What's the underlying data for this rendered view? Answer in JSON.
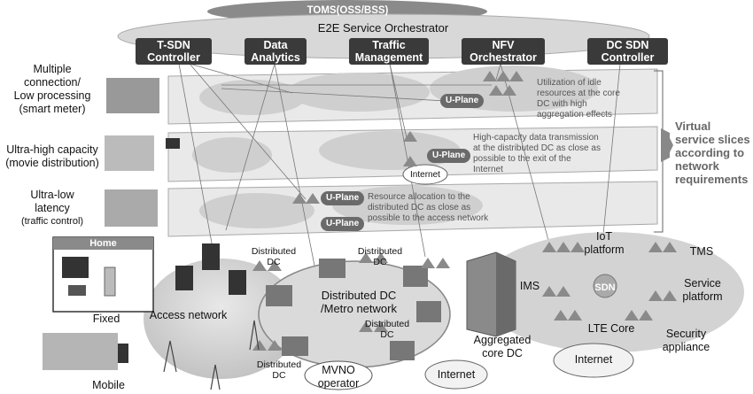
{
  "header": {
    "toms": "TOMS(OSS/BSS)",
    "orchestrator": "E2E Service Orchestrator"
  },
  "controllers": [
    {
      "line1": "T-SDN",
      "line2": "Controller"
    },
    {
      "line1": "Data",
      "line2": "Analytics"
    },
    {
      "line1": "Traffic",
      "line2": "Management"
    },
    {
      "line1": "NFV",
      "line2": "Orchestrator"
    },
    {
      "line1": "DC SDN",
      "line2": "Controller"
    }
  ],
  "use_cases": {
    "smart_meter": {
      "l1": "Multiple",
      "l2": "connection/",
      "l3": "Low processing",
      "l4": "(smart meter)"
    },
    "movie": {
      "l1": "Ultra-high capacity",
      "l2": "(movie distribution)"
    },
    "traffic": {
      "l1": "Ultra-low",
      "l2": "latency",
      "l3": "(traffic control)"
    }
  },
  "planes": {
    "uplane": "U-Plane",
    "layer1_note": [
      "Utilization of idle",
      "resources at the core",
      "DC with high",
      "aggregation effects"
    ],
    "layer2_note": [
      "High-capacity data transmission",
      "at the distributed DC as close as",
      "possible to the exit of the",
      "Internet"
    ],
    "layer2_internet": "Internet",
    "layer3_note": [
      "Resource allocation to the",
      "distributed DC as close as",
      "possible to the access network"
    ]
  },
  "slices_label": [
    "Virtual",
    "service slices",
    "according to",
    "network",
    "requirements"
  ],
  "bottom": {
    "home": "Home",
    "fixed": "Fixed",
    "mobile": "Mobile",
    "access_network": "Access network",
    "distributed_dc": "Distributed DC",
    "metro_l1": "Distributed DC",
    "metro_l2": "/Metro network",
    "ims": "IMS",
    "aggregated_l1": "Aggregated",
    "aggregated_l2": "core DC",
    "mvno_l1": "MVNO",
    "mvno_l2": "operator",
    "internet": "Internet",
    "iot_l1": "IoT",
    "iot_l2": "platform",
    "tms": "TMS",
    "sdn": "SDN",
    "service_l1": "Service",
    "service_l2": "platform",
    "lte": "LTE Core",
    "security_l1": "Security",
    "security_l2": "appliance"
  },
  "colors": {
    "dark": "#3a3a3a",
    "plane": "#dcdcdc",
    "accent": "#6a6a6a"
  }
}
